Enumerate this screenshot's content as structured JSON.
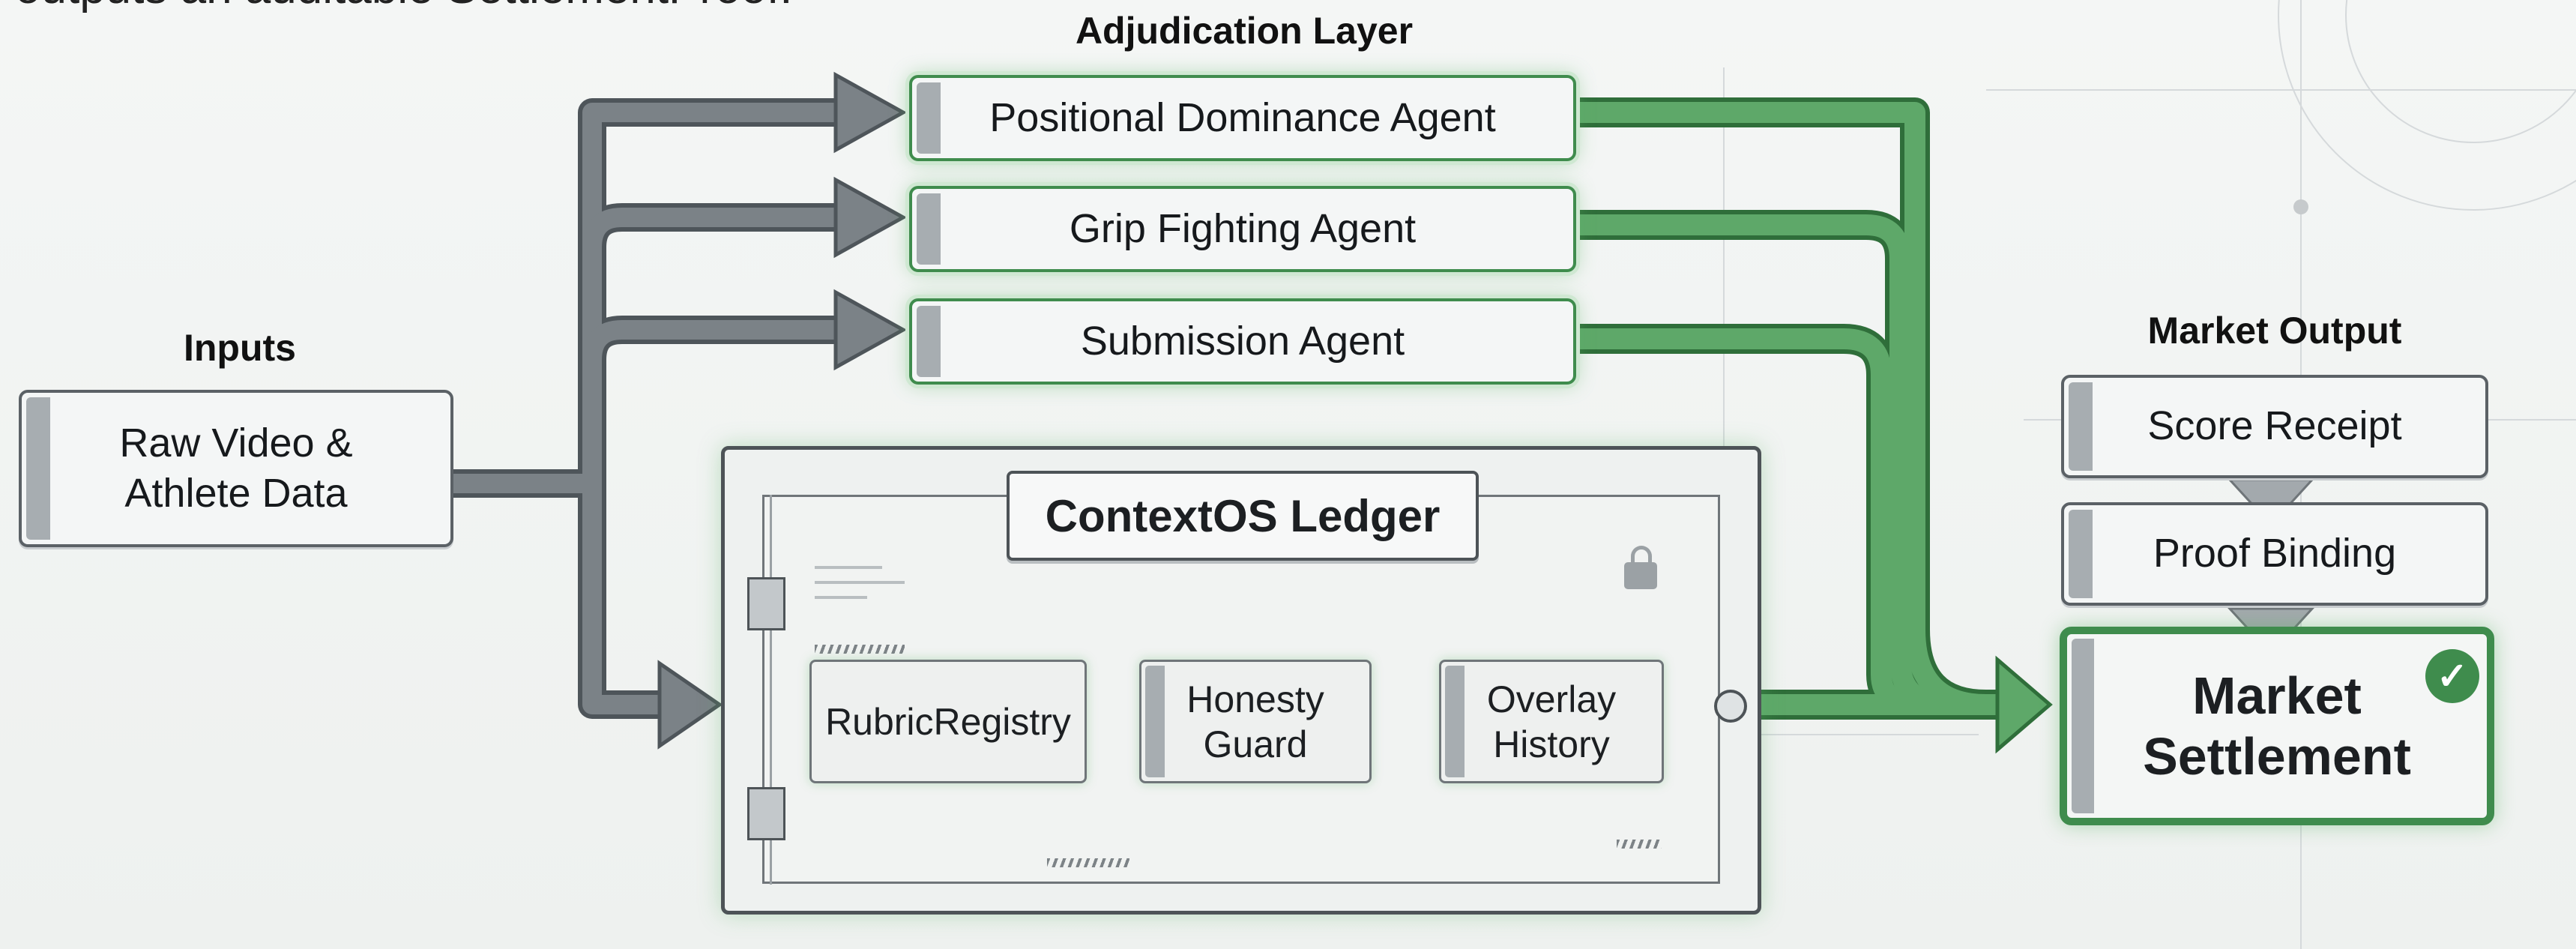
{
  "caption_fragment": "outputs an auditable SettlementProof.",
  "inputs": {
    "heading": "Inputs",
    "label_line1": "Raw Video &",
    "label_line2": "Athlete Data"
  },
  "adjudication": {
    "heading": "Adjudication Layer",
    "agents": [
      {
        "label": "Positional Dominance Agent"
      },
      {
        "label": "Grip Fighting Agent"
      },
      {
        "label": "Submission Agent"
      }
    ]
  },
  "ledger": {
    "title": "ContextOS Ledger",
    "components": [
      {
        "label_line1": "RubricRegistry",
        "label_line2": ""
      },
      {
        "label_line1": "Honesty",
        "label_line2": "Guard"
      },
      {
        "label_line1": "Overlay",
        "label_line2": "History"
      }
    ],
    "lock_icon": "lock-icon"
  },
  "market_output": {
    "heading": "Market Output",
    "steps": [
      {
        "label": "Score Receipt"
      },
      {
        "label": "Proof Binding"
      }
    ],
    "settlement_line1": "Market",
    "settlement_line2": "Settlement",
    "check_icon": "checkmark-icon"
  },
  "colors": {
    "gray_arrow": "#6a7176",
    "green_arrow": "#4f9a5a",
    "green_border": "#3f8c4d",
    "card_border": "#5b6166"
  }
}
